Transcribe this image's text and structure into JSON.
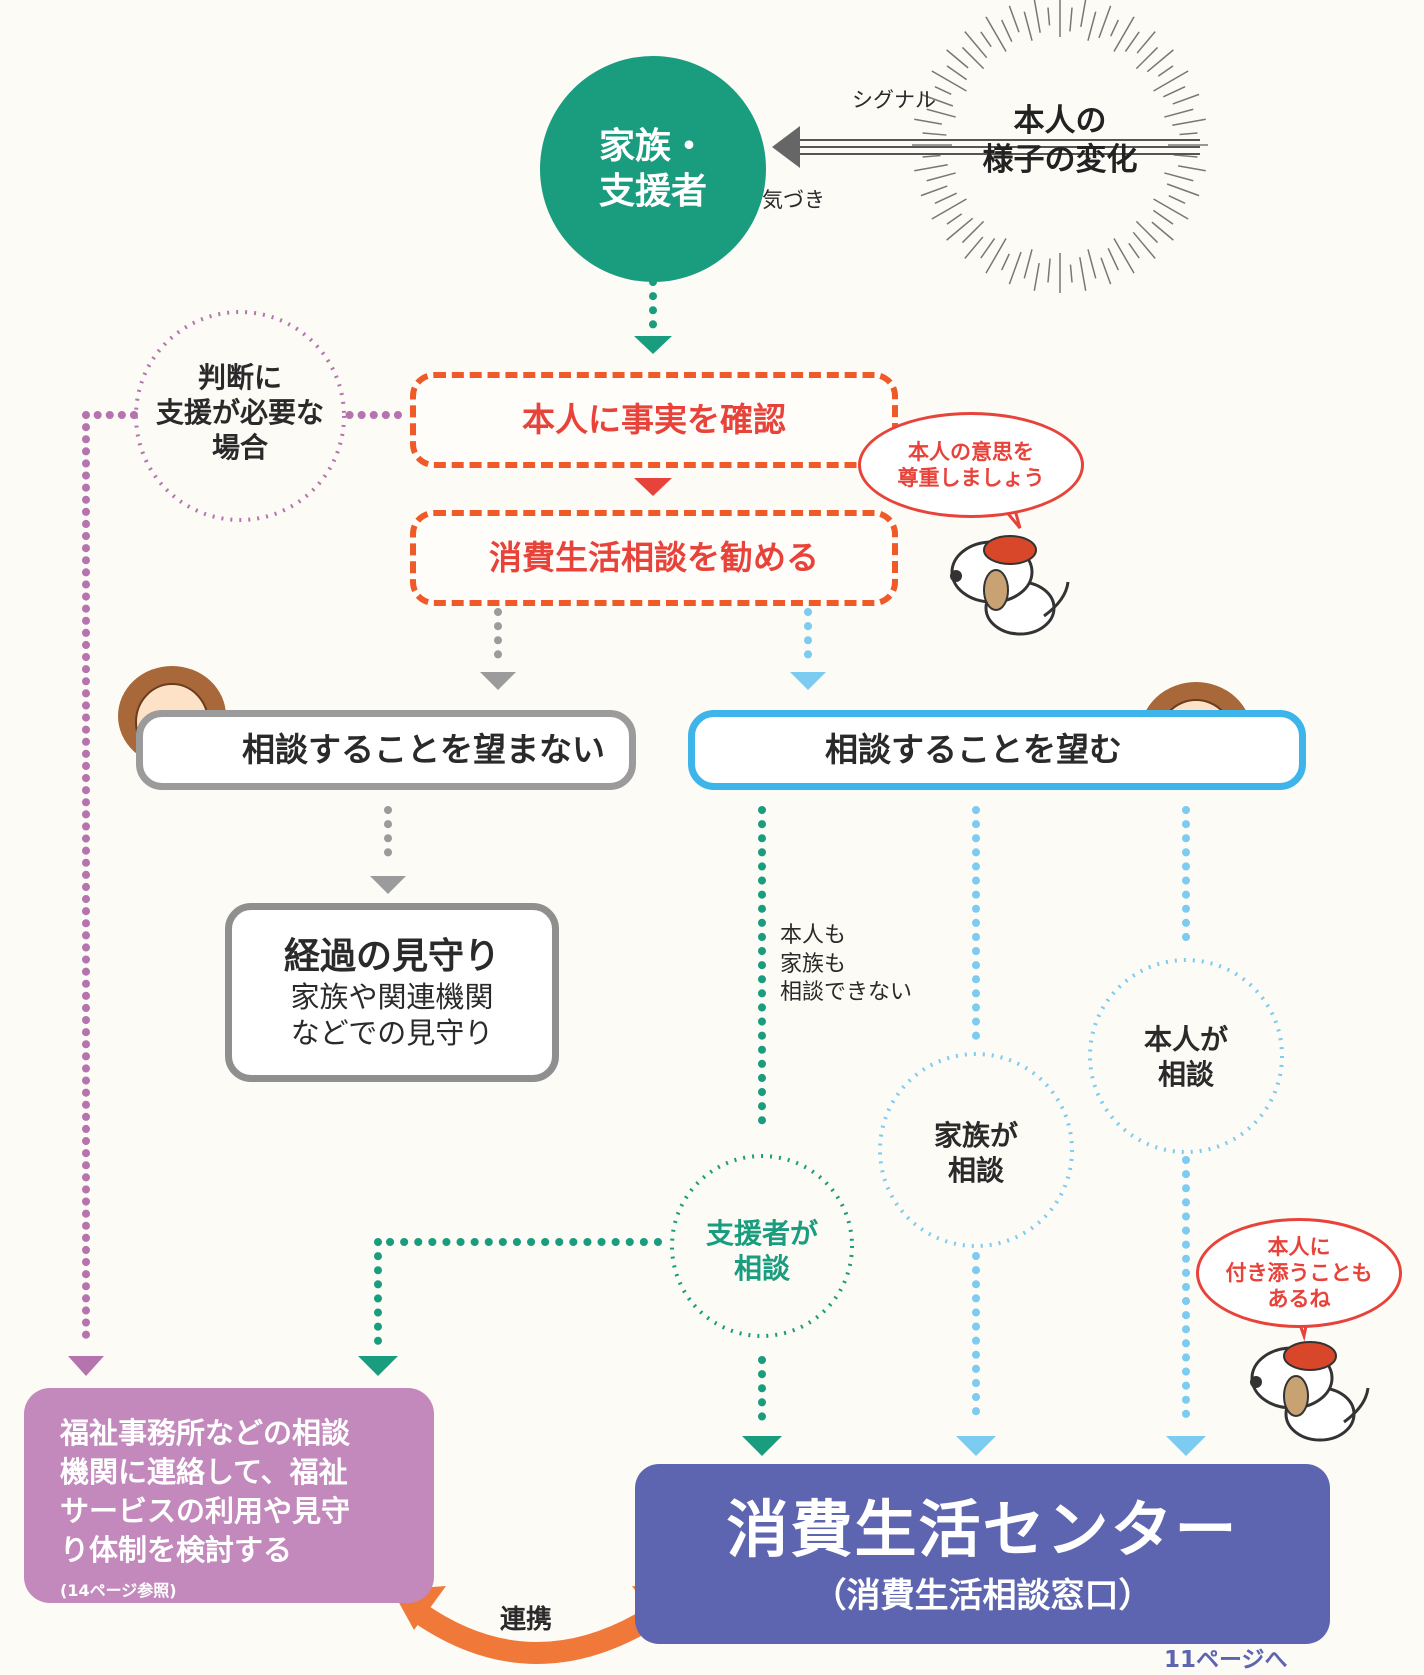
{
  "family": {
    "line1": "家族・",
    "line2": "支援者"
  },
  "change": {
    "line1": "本人の",
    "line2": "様子の変化"
  },
  "signal_label": "シグナル",
  "notice_label": "気づき",
  "judgment": {
    "line1": "判断に",
    "line2": "支援が必要な",
    "line3": "場合"
  },
  "confirm_box": "本人に事実を確認",
  "recommend_box": "消費生活相談を勧める",
  "speech_respect": {
    "line1": "本人の意思を",
    "line2": "尊重しましょう"
  },
  "not_want": "相談することを望まない",
  "want": "相談することを望む",
  "watch": {
    "title": "経過の見守り",
    "line1": "家族や関連機関",
    "line2": "などでの見守り"
  },
  "cannot": {
    "line1": "本人も",
    "line2": "家族も",
    "line3": "相談できない"
  },
  "supporter_consult": {
    "line1": "支援者が",
    "line2": "相談"
  },
  "family_consult": {
    "line1": "家族が",
    "line2": "相談"
  },
  "self_consult": {
    "line1": "本人が",
    "line2": "相談"
  },
  "speech_accompany": {
    "line1": "本人に",
    "line2": "付き添うことも",
    "line3": "あるね"
  },
  "welfare": {
    "line1": "福祉事務所などの相談",
    "line2": "機関に連絡して、福祉",
    "line3": "サービスの利用や見守",
    "line4": "り体制を検討する",
    "note": "(14ページ参照)"
  },
  "center": {
    "title": "消費生活センター",
    "subtitle": "（消費生活相談窓口）"
  },
  "cooperation_label": "連携",
  "next_page": "11ページへ",
  "colors": {
    "green": "#1a9c7f",
    "orange": "#f05a28",
    "red": "#e8433a",
    "purple": "#b574ad",
    "blue": "#3db4ea",
    "grey": "#9b9b9b",
    "welfare": "#c389bc",
    "center": "#5d64b0"
  }
}
